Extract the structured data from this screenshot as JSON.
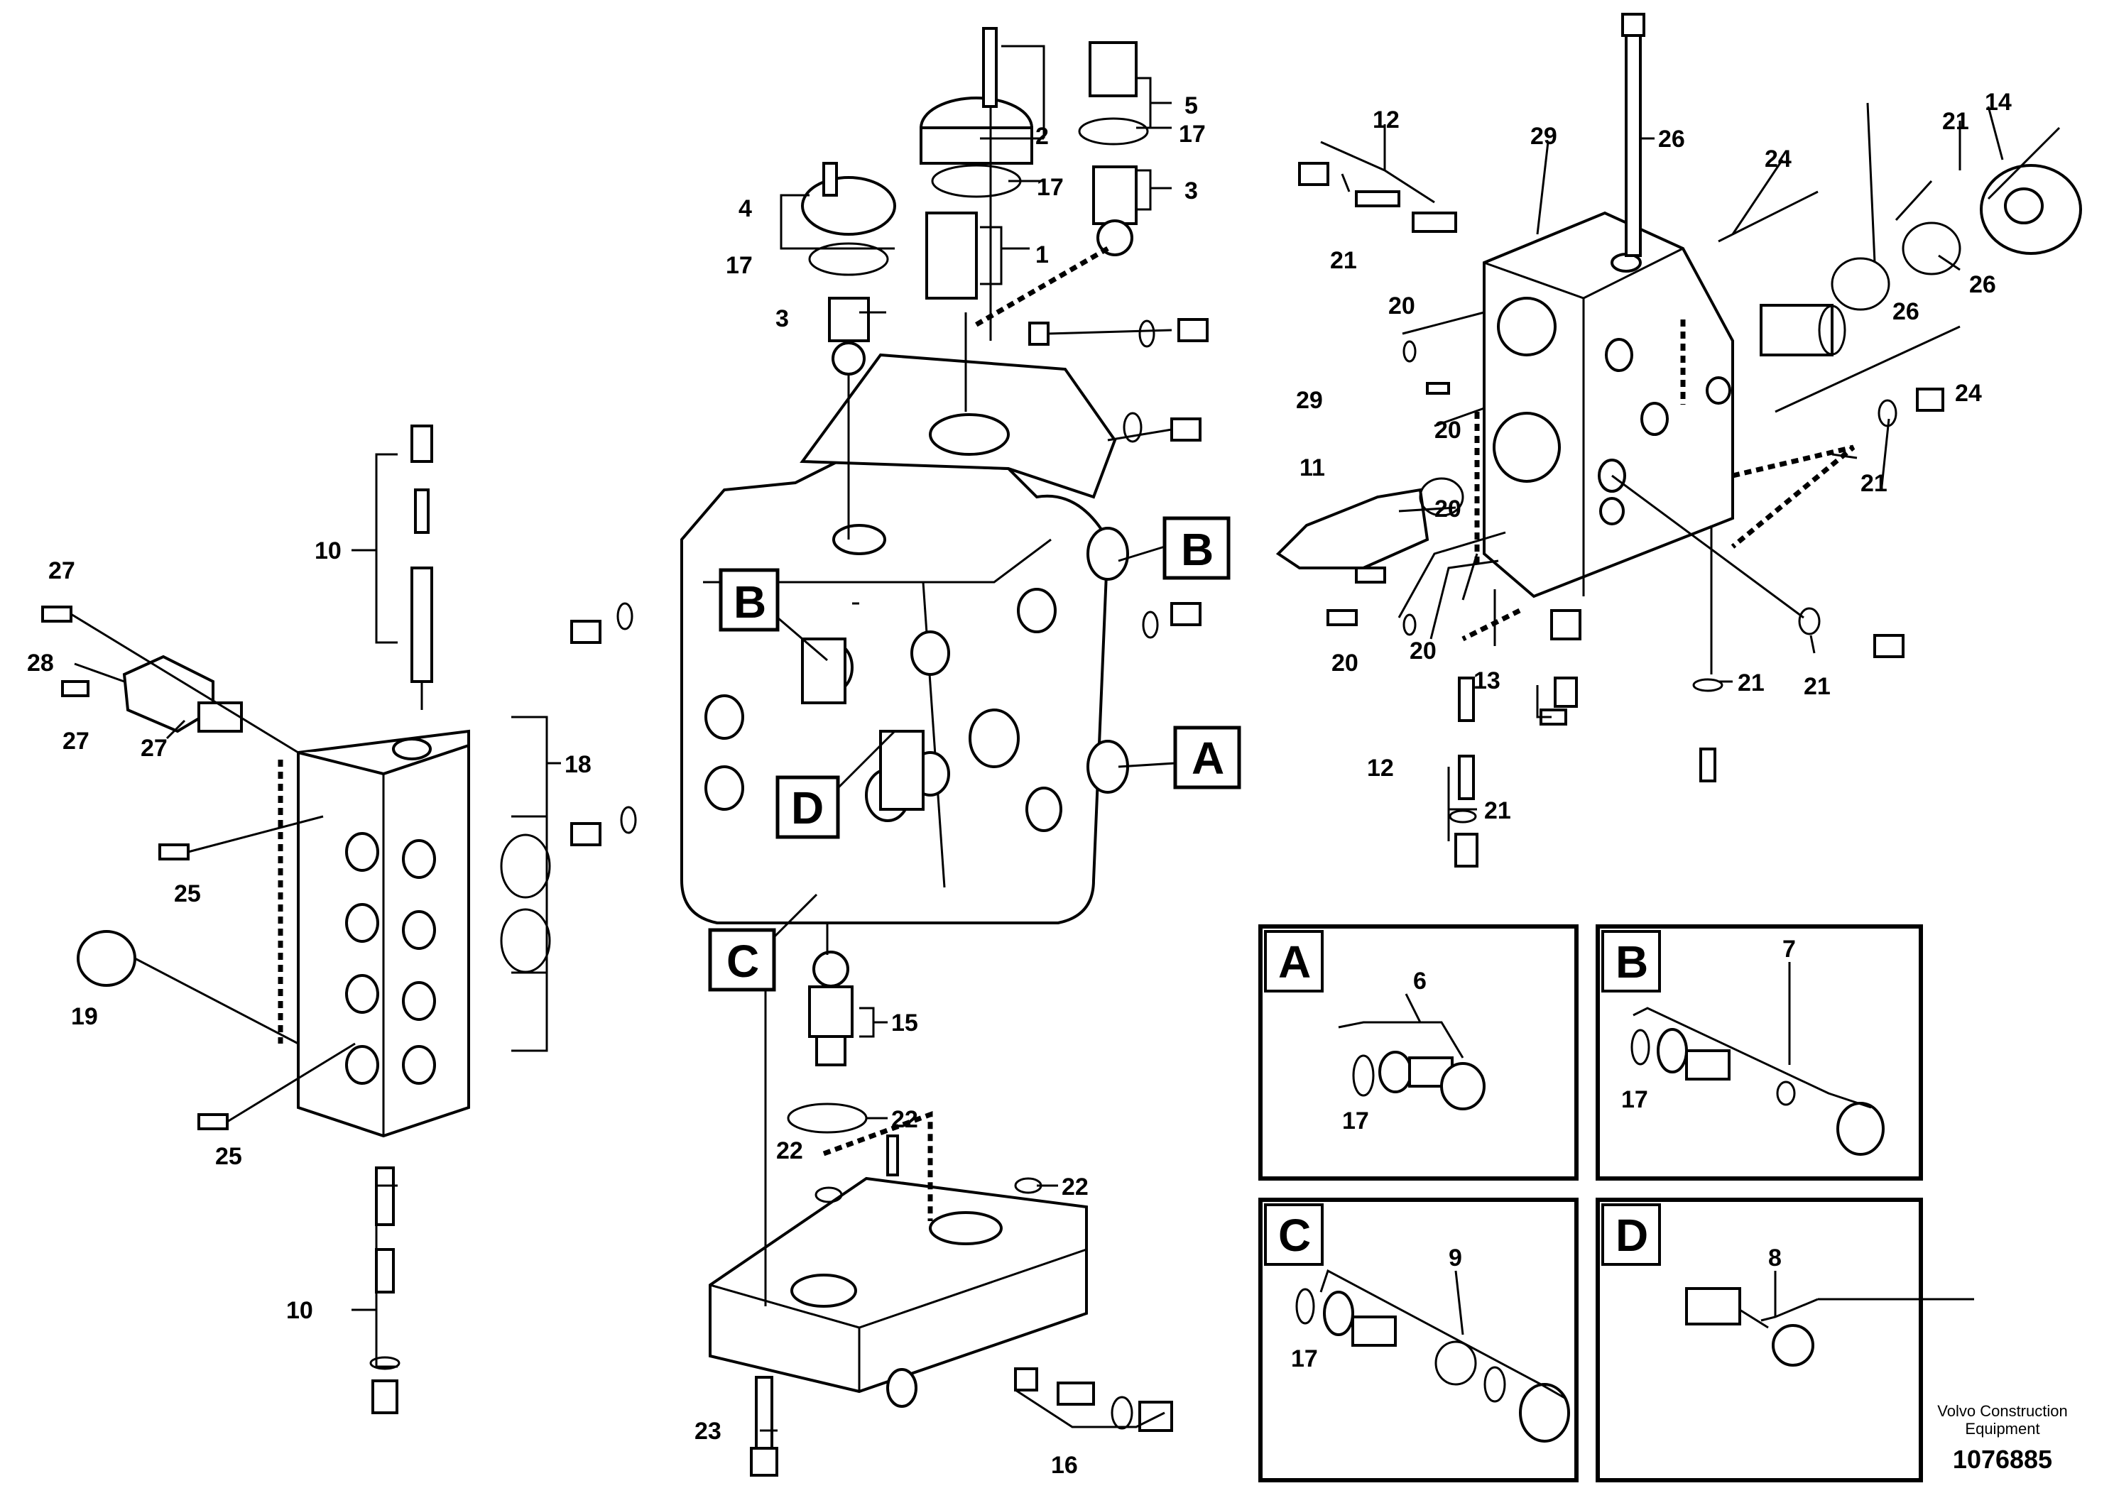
{
  "callout_letters": {
    "A": "A",
    "B": "B",
    "C": "C",
    "D": "D"
  },
  "part_labels": {
    "n1": "1",
    "n2": "2",
    "n3": "3",
    "n4": "4",
    "n5": "5",
    "n6": "6",
    "n7": "7",
    "n8": "8",
    "n9": "9",
    "n10": "10",
    "n11": "11",
    "n12": "12",
    "n13": "13",
    "n14": "14",
    "n15": "15",
    "n16": "16",
    "n17": "17",
    "n18": "18",
    "n19": "19",
    "n20": "20",
    "n21": "21",
    "n22": "22",
    "n23": "23",
    "n24": "24",
    "n25": "25",
    "n26": "26",
    "n27": "27",
    "n28": "28",
    "n29": "29"
  },
  "footer": {
    "brand_line1": "Volvo Construction",
    "brand_line2": "Equipment",
    "drawing_number": "1076885"
  }
}
